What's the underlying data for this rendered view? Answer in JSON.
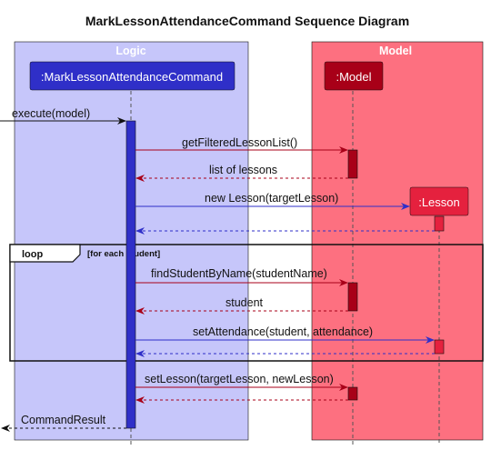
{
  "title": "MarkLessonAttendanceCommand Sequence Diagram",
  "boxes": {
    "logic": {
      "label": "Logic",
      "color": "#c6c6fa"
    },
    "model": {
      "label": "Model",
      "color": "#fd7080"
    }
  },
  "participants": {
    "command": {
      "label": ":MarkLessonAttendanceCommand",
      "color": "#2f2fc8"
    },
    "model": {
      "label": ":Model",
      "color": "#a80018"
    },
    "lesson": {
      "label": ":Lesson",
      "color": "#e5213e"
    }
  },
  "loop": {
    "keyword": "loop",
    "guard": "[for each student]"
  },
  "messages": [
    {
      "label": "execute(model)",
      "kind": "call"
    },
    {
      "label": "getFilteredLessonList()",
      "kind": "call"
    },
    {
      "label": "list of lessons",
      "kind": "return"
    },
    {
      "label": "new Lesson(targetLesson)",
      "kind": "create"
    },
    {
      "label": "",
      "kind": "return"
    },
    {
      "label": "findStudentByName(studentName)",
      "kind": "call"
    },
    {
      "label": "student",
      "kind": "return"
    },
    {
      "label": "setAttendance(student, attendance)",
      "kind": "call"
    },
    {
      "label": "",
      "kind": "return"
    },
    {
      "label": "setLesson(targetLesson, newLesson)",
      "kind": "call"
    },
    {
      "label": "",
      "kind": "return"
    },
    {
      "label": "CommandResult",
      "kind": "return"
    }
  ],
  "colors": {
    "model_arrow": "#a80018",
    "lesson_arrow": "#2f2fc8",
    "lifeline": "#555555",
    "frame": "#111111"
  }
}
